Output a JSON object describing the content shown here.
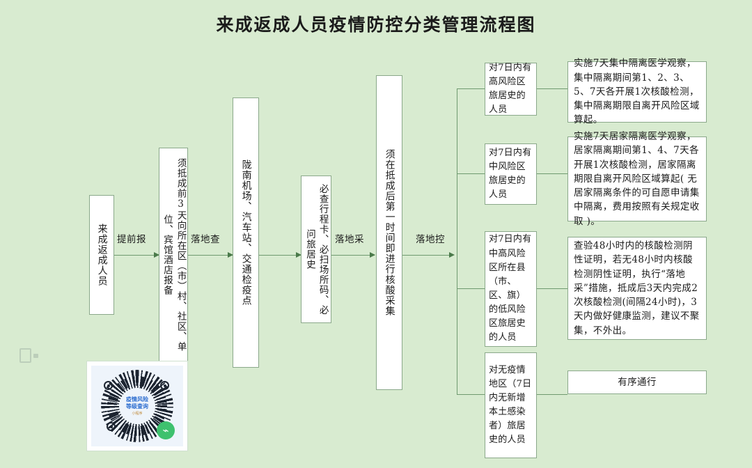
{
  "title": "来成返成人员疫情防控分类管理流程图",
  "flow": {
    "steps": [
      {
        "id": "start",
        "label": "来成返成人员"
      },
      {
        "id": "report",
        "label": "须抵成前3天向所在区（市）村、社区、单位、宾馆酒店报备",
        "col_right": "在成3向在区村单位、馆店备",
        "col_left": "须抵前天所社（）位宾酒报"
      },
      {
        "id": "check",
        "label": "陇南机场、汽车站、交通检疫点"
      },
      {
        "id": "verify",
        "label": "必查行程卡、必扫场所码、必问旅居史"
      },
      {
        "id": "sample",
        "label": "须在抵成后第一时间即进行核酸采集"
      }
    ],
    "connectors": [
      {
        "id": "c1",
        "label": "提前报"
      },
      {
        "id": "c2",
        "label": "落地查"
      },
      {
        "id": "c3",
        "label": "落地采"
      },
      {
        "id": "c4",
        "label": "落地控"
      }
    ]
  },
  "branches": [
    {
      "id": "high-risk",
      "condition": "对7日内有高风险区旅居史的人员",
      "action": "实施7天集中隔离医学观察，集中隔离期间第1、2、3、5、7天各开展1次核酸检测，集中隔离期限自离开风险区域算起。"
    },
    {
      "id": "medium-risk",
      "condition": "对7日内有中风险区旅居史的人员",
      "action": "实施7天居家隔离医学观察，居家隔离期间第1、4、7天各开展1次核酸检测，居家隔离期限自离开风险区域算起( 无居家隔离条件的可自愿申请集中隔离，费用按照有关规定收取 )。"
    },
    {
      "id": "low-risk-in-county",
      "condition": "对7日内有中高风险区所在县（市、区、旗）的低风险区旅居史的人员",
      "action": "查验48小时内的核酸检测阴性证明，若无48小时内核酸检测阴性证明，执行“落地采”措施，抵成后3天内完成2次核酸检测(间隔24小时)，3天内做好健康监测，建议不聚集，不外出。"
    },
    {
      "id": "no-epidemic-area",
      "condition": "对无疫情地区（7日内无新增本土感染者）旅居史的人员",
      "action": "有序通行"
    }
  ],
  "qr": {
    "center_title": "疫情风险\n等级查询",
    "center_line1": "疫情风险",
    "center_line2": "等级查询",
    "center_sub": "小程序",
    "badge_glyph": "⌁"
  },
  "colors": {
    "background": "#d8ebd0",
    "box_fill": "#ffffff",
    "box_border": "#8aa88a",
    "line": "#6f9a6f",
    "text": "#1a1a1a",
    "qr_accent": "#3ec16e"
  }
}
